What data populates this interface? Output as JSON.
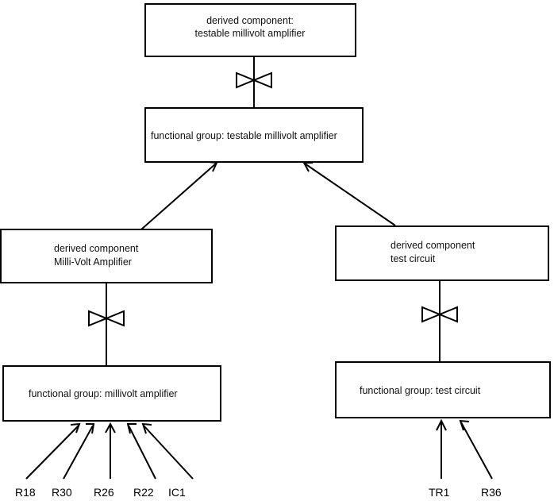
{
  "diagram": {
    "type": "component-hierarchy-diagram",
    "background_color": "#ffffff",
    "line_color": "#000000",
    "boxes": [
      {
        "id": "derived-testable-millivolt-amplifier",
        "kind": "derived component",
        "line1": "derived component:",
        "line2": " testable millivolt amplifier",
        "align": "center"
      },
      {
        "id": "fg-testable-millivolt-amplifier",
        "kind": "functional group",
        "line1": "functional group: testable millivolt amplifier",
        "line2": "",
        "align": "left"
      },
      {
        "id": "derived-milli-volt-amplifier",
        "kind": "derived component",
        "line1": "derived component",
        "line2": "Milli-Volt Amplifier",
        "align": "left"
      },
      {
        "id": "derived-test-circuit",
        "kind": "derived component",
        "line1": "derived component",
        "line2": "test circuit",
        "align": "left"
      },
      {
        "id": "fg-millivolt-amplifier",
        "kind": "functional group",
        "line1": "functional group: millivolt amplifier",
        "line2": "",
        "align": "left"
      },
      {
        "id": "fg-test-circuit",
        "kind": "functional group",
        "line1": "functional group: test circuit",
        "line2": "",
        "align": "left"
      }
    ],
    "leaf_labels_left": [
      {
        "id": "r18",
        "text": "R18"
      },
      {
        "id": "r30",
        "text": "R30"
      },
      {
        "id": "r26",
        "text": "R26"
      },
      {
        "id": "r22",
        "text": "R22"
      },
      {
        "id": "ic1",
        "text": "IC1"
      }
    ],
    "leaf_labels_right": [
      {
        "id": "tr1",
        "text": "TR1"
      },
      {
        "id": "r36",
        "text": "R36"
      }
    ]
  }
}
